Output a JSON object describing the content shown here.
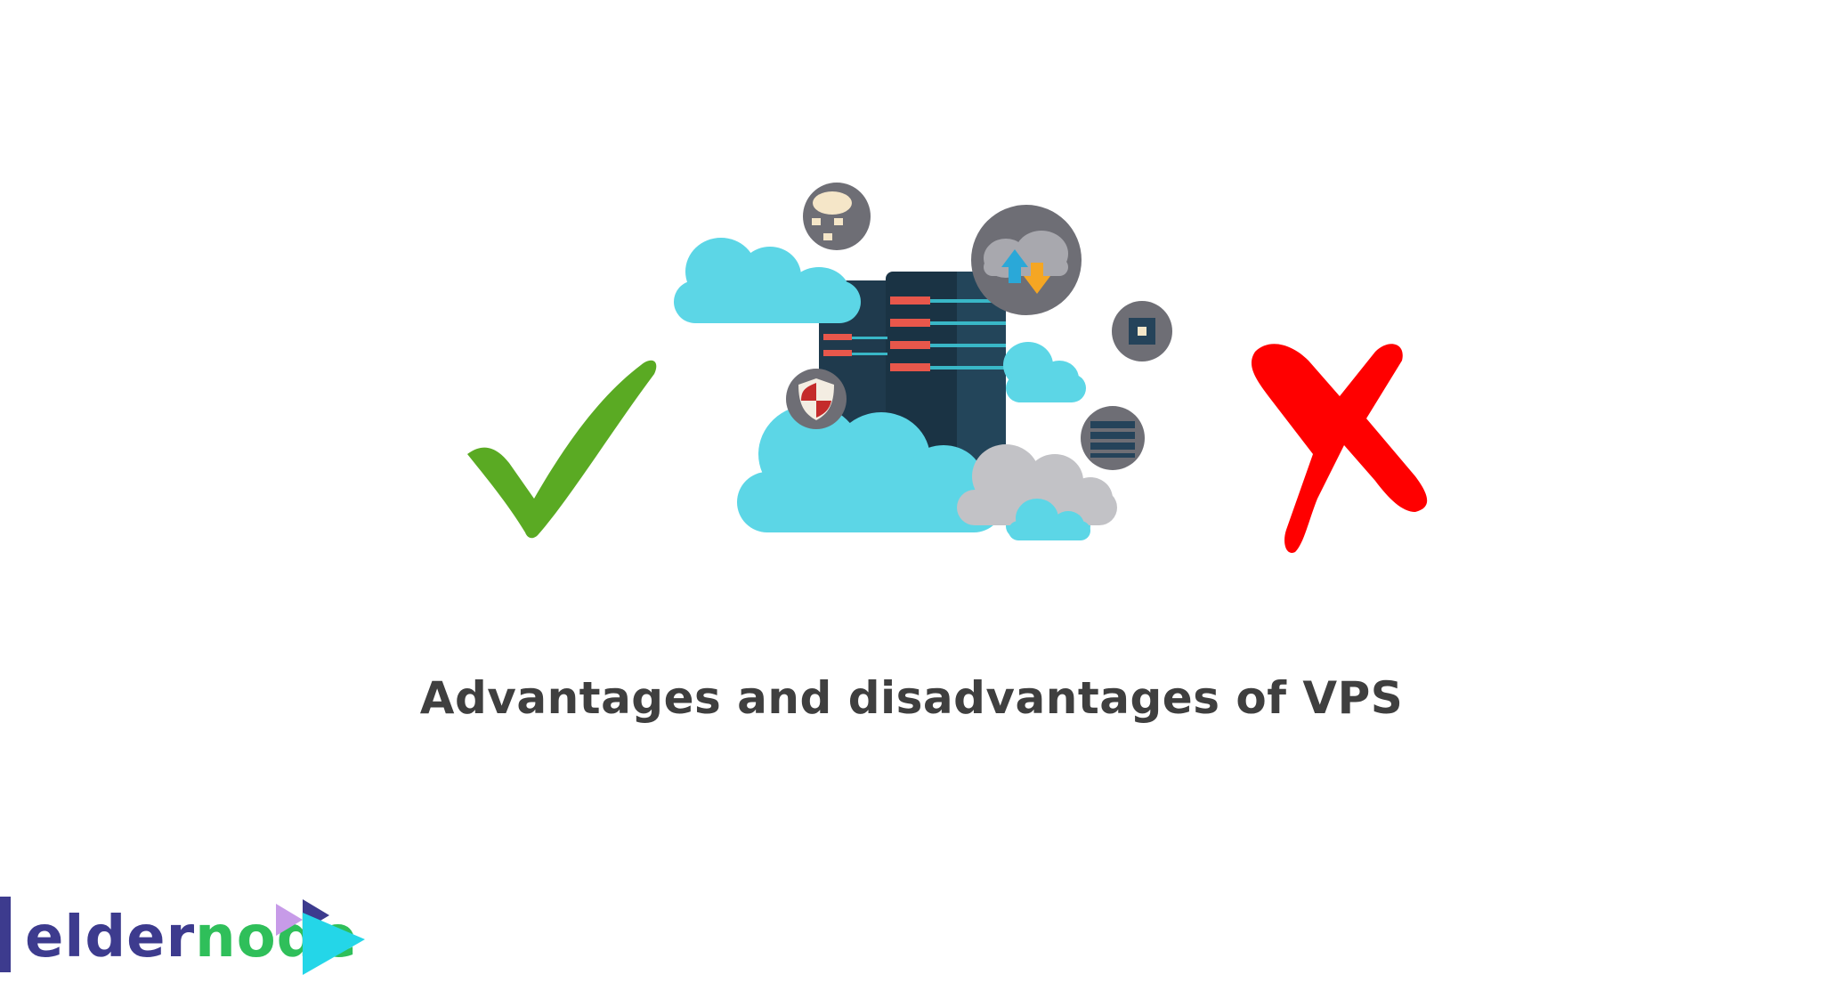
{
  "title": "Advantages and disadvantages of VPS",
  "logo": {
    "part1": "elder",
    "part2": "node",
    "brand_color_primary": "#3d3b8e",
    "brand_color_secondary": "#2fbf5a"
  },
  "illustration": {
    "left_icon": "checkmark-icon",
    "right_icon": "cross-icon",
    "center": "server-cloud-illustration",
    "colors": {
      "check": "#5aaa23",
      "cross": "#ff0000",
      "cloud": "#5cd6e6",
      "server": "#1e3b4f"
    }
  }
}
